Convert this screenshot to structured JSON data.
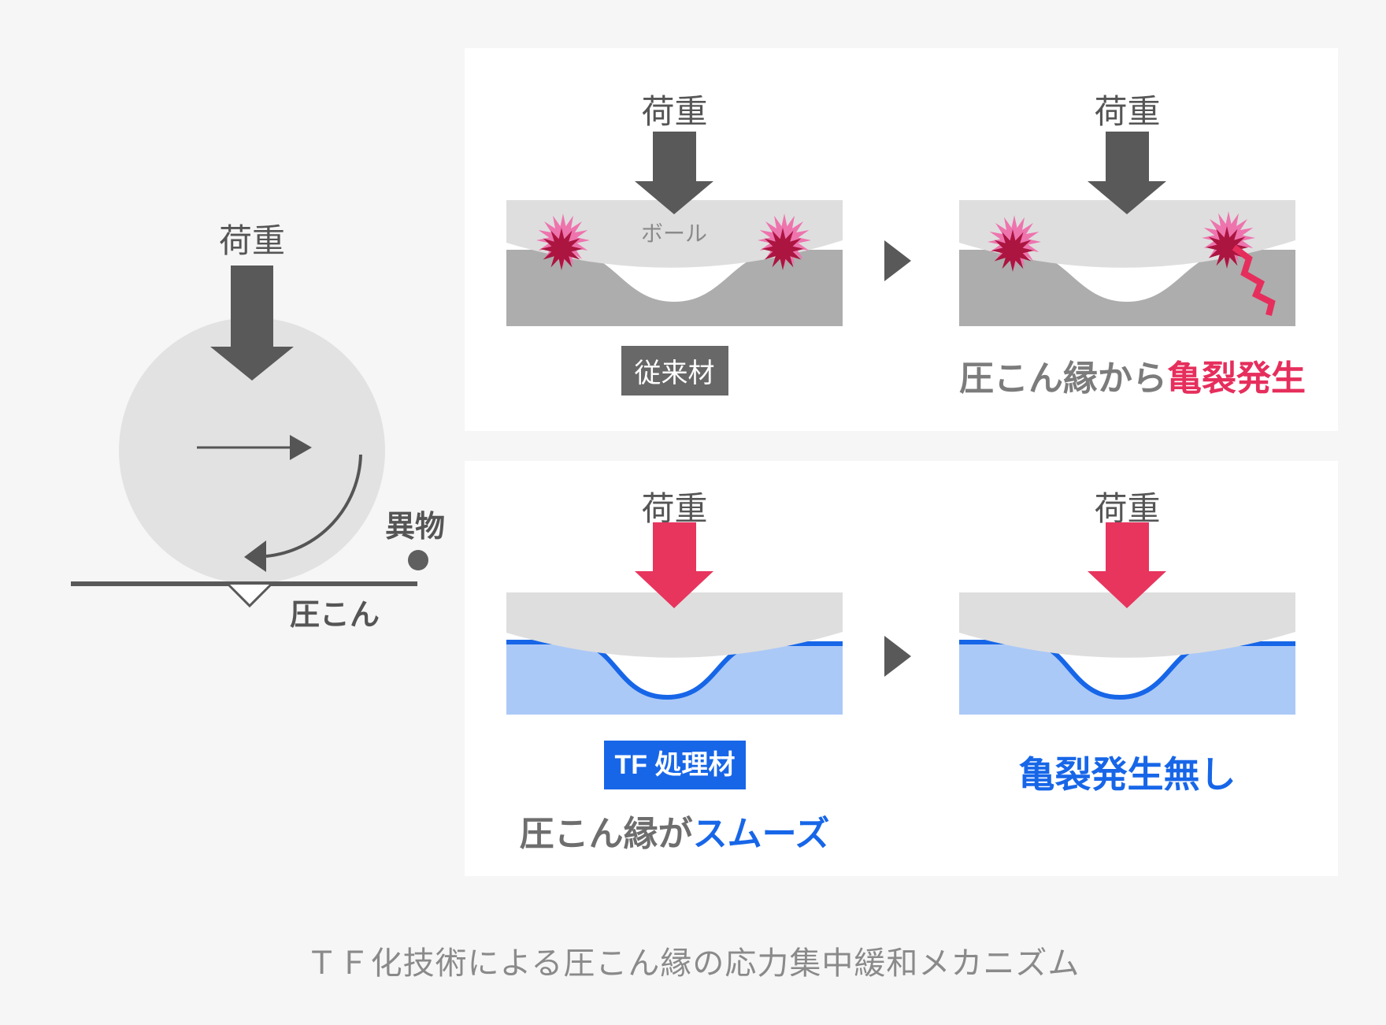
{
  "colors": {
    "background": "#f6f6f6",
    "panel": "#ffffff",
    "dark_gray": "#595959",
    "material_gray": "#adadad",
    "ball_gray": "#dedede",
    "red": "#e62e5c",
    "pink": "#ee74ae",
    "crimson": "#ab1540",
    "blue": "#1766e8",
    "light_blue": "#abc9f7"
  },
  "left_diagram": {
    "load": "荷重",
    "foreign_object": "異物",
    "indentation": "圧こん"
  },
  "top_panel": {
    "left": {
      "load": "荷重",
      "ball": "ボール",
      "badge": "従来材"
    },
    "right": {
      "load": "荷重",
      "label_prefix": "圧こん縁から",
      "label_highlight": "亀裂発生"
    }
  },
  "bottom_panel": {
    "left": {
      "load": "荷重",
      "badge": "TF 処理材",
      "label_prefix": "圧こん縁が",
      "label_highlight": "スムーズ"
    },
    "right": {
      "load": "荷重",
      "label": "亀裂発生無し"
    }
  },
  "caption": {
    "text": "ＴＦ化技術による圧こん縁の応力集中緩和メカニズム"
  }
}
